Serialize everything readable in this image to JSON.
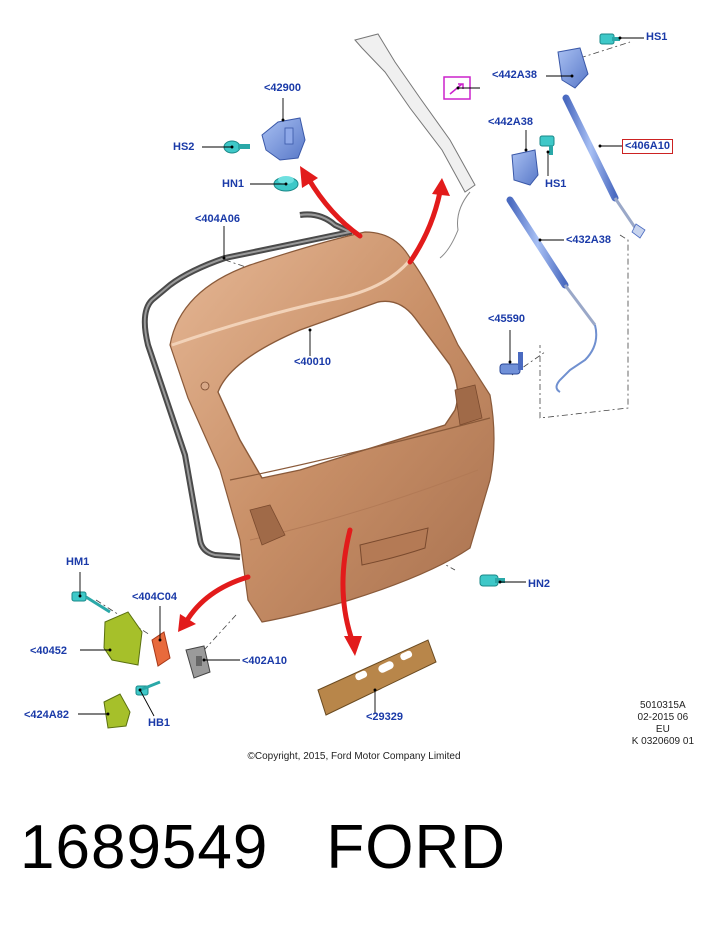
{
  "colors": {
    "label": "#1a3aa8",
    "panel": "#c99068",
    "panel_dark": "#9a6646",
    "seal": "#555555",
    "arrow": "#e21b1b",
    "blue_part": "#6f8fdc",
    "teal_part": "#3ec8c8",
    "green_part": "#a6c02a",
    "orange_part": "#e86a3c",
    "bracket": "#b8864a",
    "highlight_box": "#cc2222",
    "magenta_box": "#cc22cc"
  },
  "labels": {
    "hs1_top": "HS1",
    "a442_top": "<442A38",
    "a442_mid": "<442A38",
    "hs1_mid": "HS1",
    "a406": "<406A10",
    "a432": "<432A38",
    "a42900": "<42900",
    "hs2": "HS2",
    "hn1": "HN1",
    "a404a06": "<404A06",
    "a40010": "<40010",
    "a45590": "<45590",
    "hm1": "HM1",
    "a404c04": "<404C04",
    "a40452": "<40452",
    "a402a10": "<402A10",
    "hn2": "HN2",
    "a29329": "<29329",
    "a424a82": "<424A82",
    "hb1": "HB1"
  },
  "meta": {
    "code": "5010315A",
    "date": "02-2015 06",
    "region": "EU",
    "ref": "K 0320609 01"
  },
  "copyright": "©Copyright, 2015, Ford Motor Company Limited",
  "part_number": "1689549",
  "brand": "FORD"
}
